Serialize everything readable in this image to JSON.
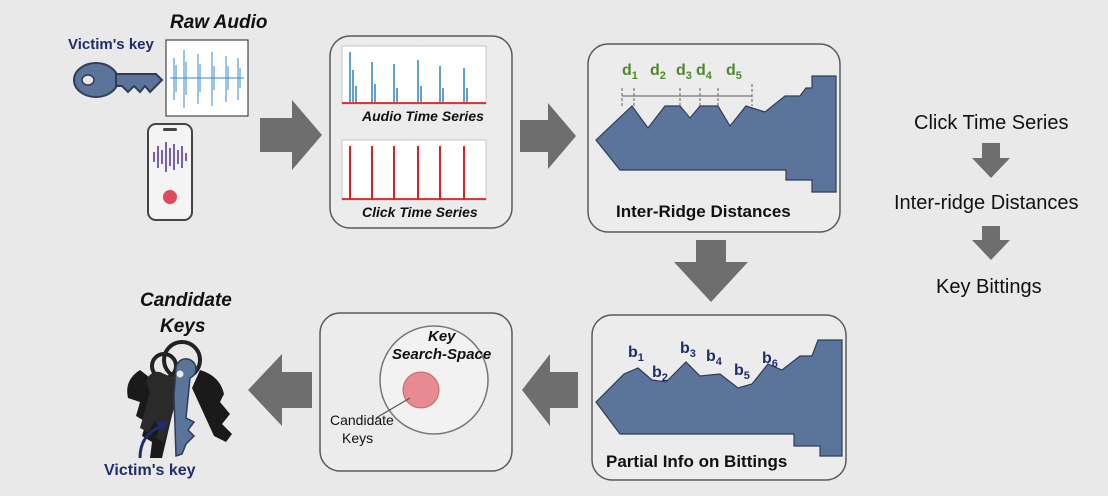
{
  "labels": {
    "victims_key_top": "Victim's key",
    "raw_audio": "Raw Audio",
    "audio_time_series": "Audio Time Series",
    "click_time_series_panel": "Click Time Series",
    "inter_ridge_distances_panel": "Inter-Ridge Distances",
    "partial_info": "Partial Info on Bittings",
    "key_search_space_line1": "Key",
    "key_search_space_line2": "Search-Space",
    "candidate_keys_small_line1": "Candidate",
    "candidate_keys_small_line2": "Keys",
    "candidate_keys_big_line1": "Candidate",
    "candidate_keys_big_line2": "Keys",
    "victims_key_bottom": "Victim's key"
  },
  "distances": [
    {
      "letter": "d",
      "sub": "1"
    },
    {
      "letter": "d",
      "sub": "2"
    },
    {
      "letter": "d",
      "sub": "3"
    },
    {
      "letter": "d",
      "sub": "4"
    },
    {
      "letter": "d",
      "sub": "5"
    }
  ],
  "bittings": [
    {
      "letter": "b",
      "sub": "1"
    },
    {
      "letter": "b",
      "sub": "2"
    },
    {
      "letter": "b",
      "sub": "3"
    },
    {
      "letter": "b",
      "sub": "4"
    },
    {
      "letter": "b",
      "sub": "5"
    },
    {
      "letter": "b",
      "sub": "6"
    }
  ],
  "legend": {
    "step1": "Click Time Series",
    "step2": "Inter-ridge Distances",
    "step3": "Key Bittings"
  },
  "colors": {
    "panel_fill": "#ececec",
    "panel_stroke": "#5a5a5a",
    "arrow": "#6e6e6e",
    "key_blue": "#5a7599",
    "audio_blue": "#3a89c9",
    "click_red": "#d62222",
    "navy": "#1f2d6b",
    "green": "#4a8a2a"
  },
  "icons": [
    "key-icon",
    "phone-icon",
    "record-button-icon",
    "keyring-icon",
    "curved-arrow-icon"
  ]
}
